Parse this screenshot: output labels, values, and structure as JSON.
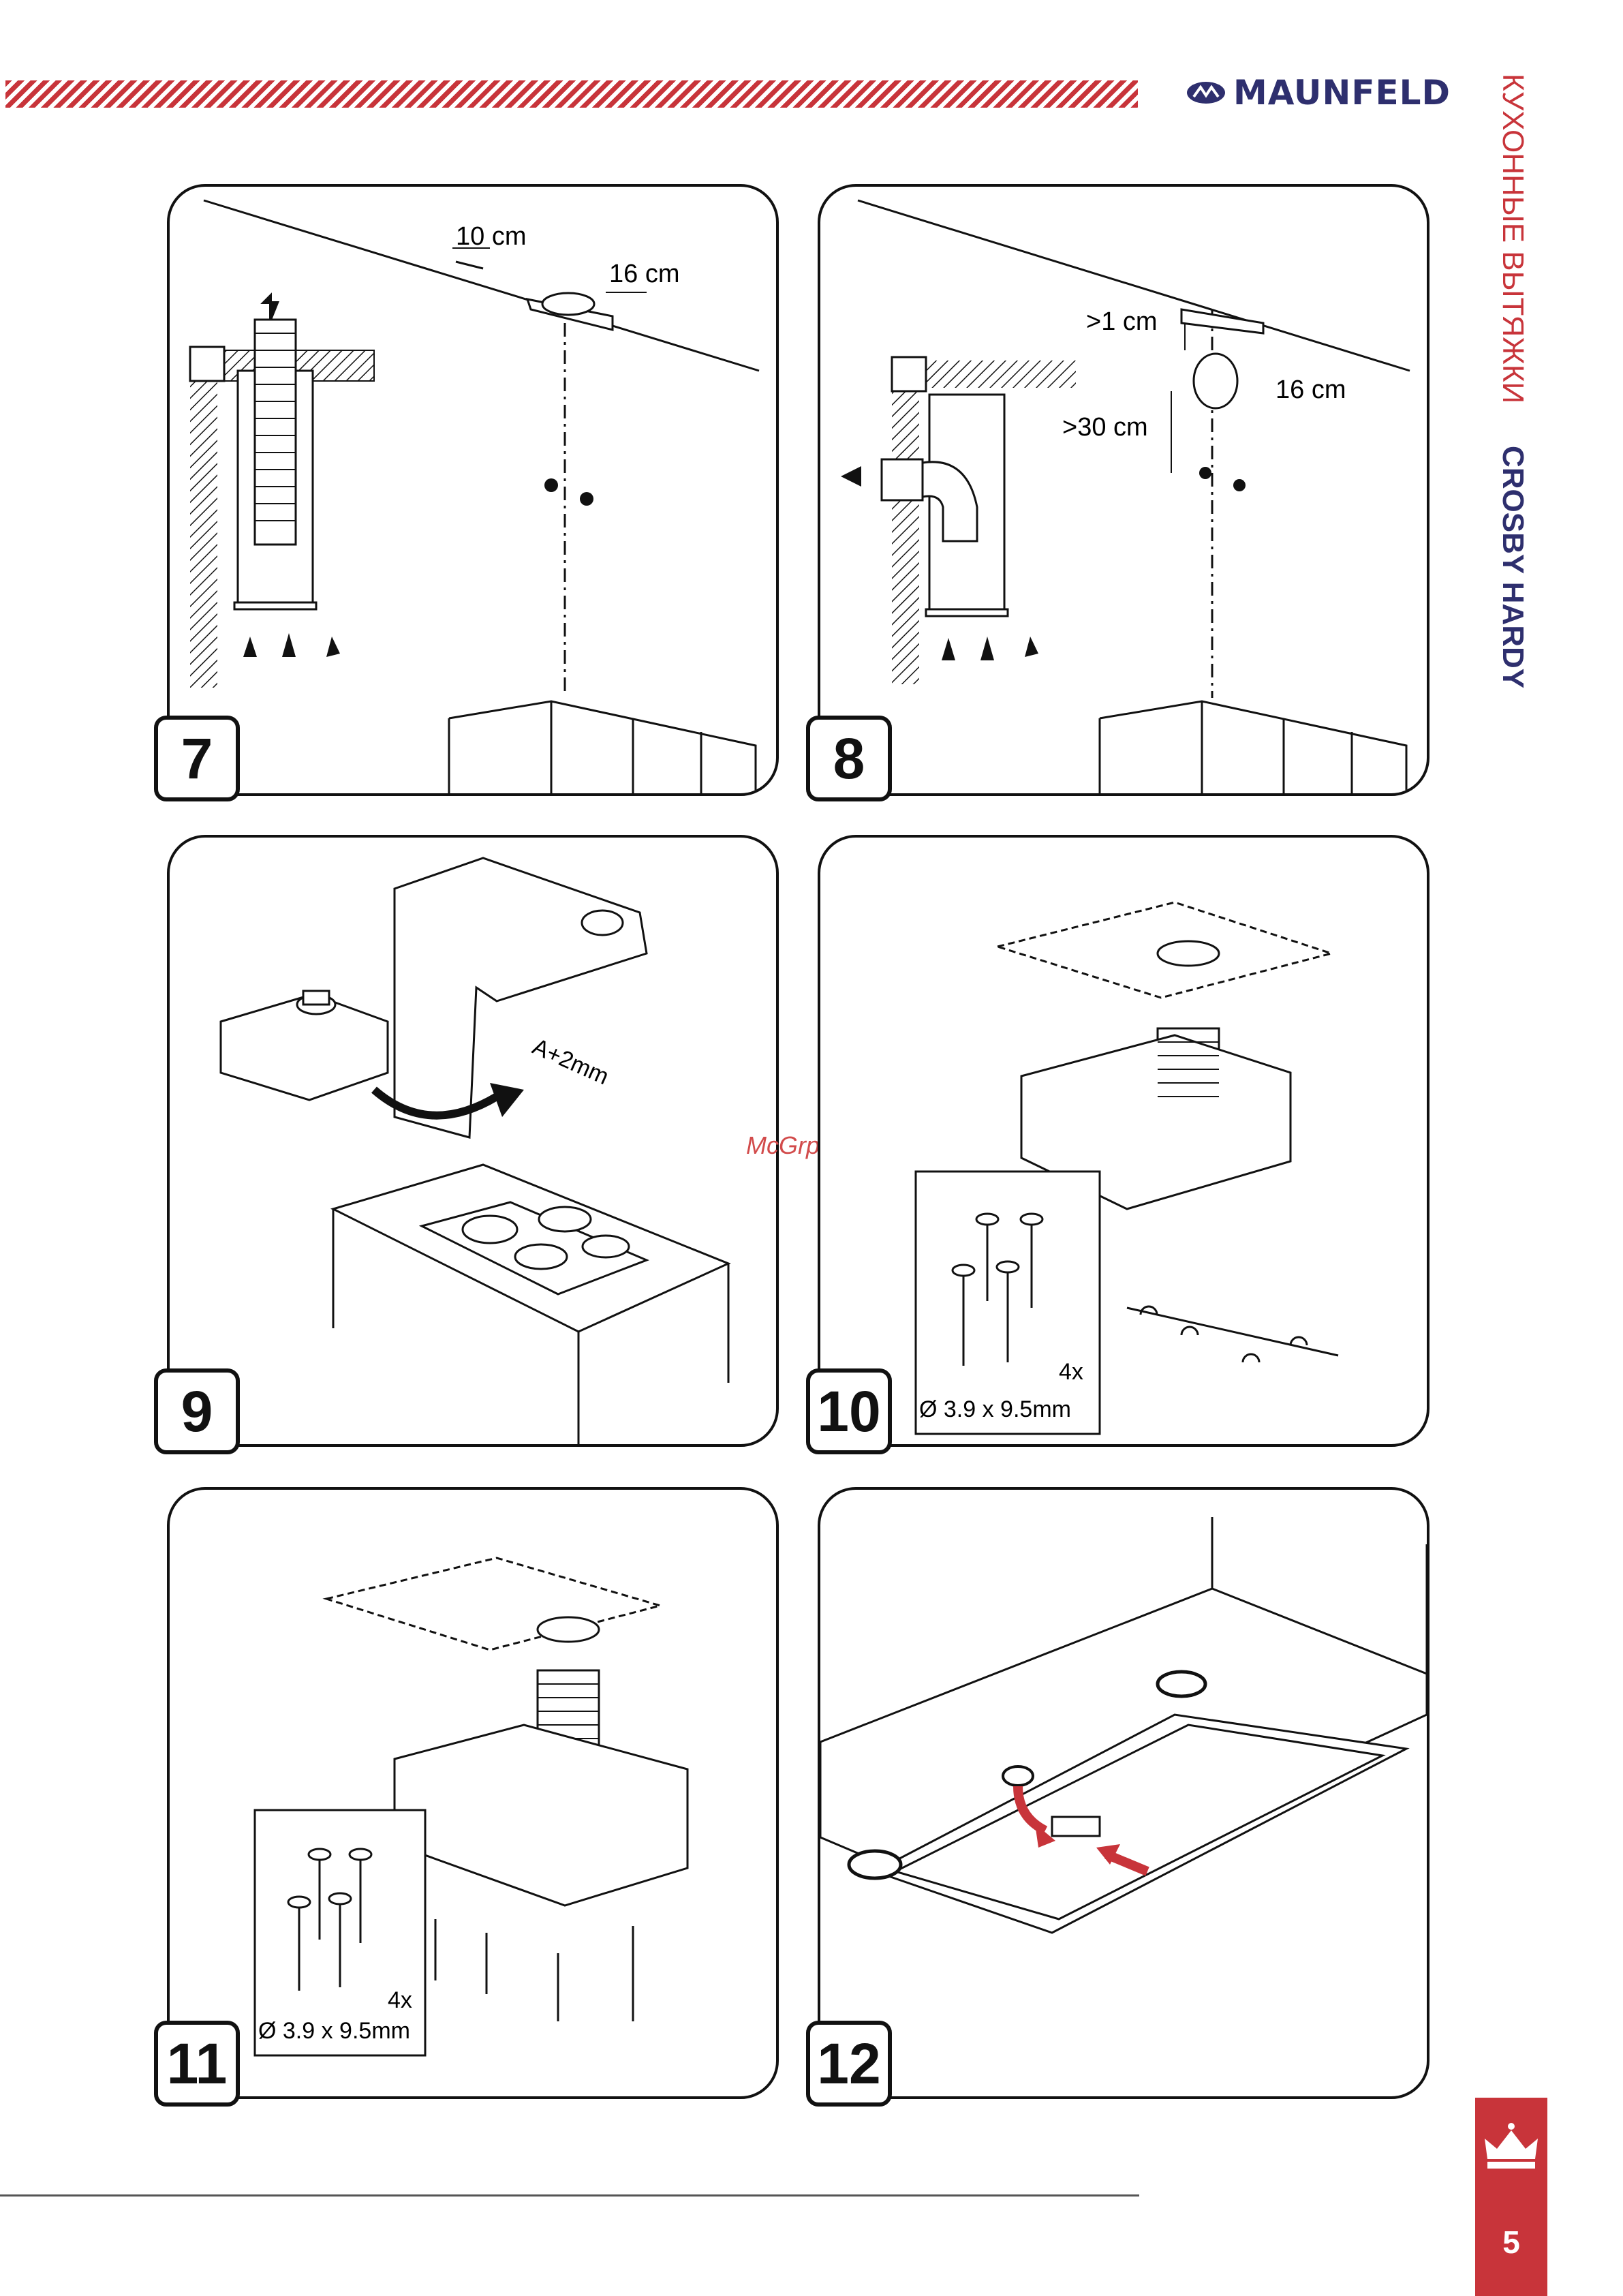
{
  "header": {
    "brand": "MAUNFELD",
    "category": "КУХОННЫЕ ВЫТЯЖКИ",
    "model": "CROSBY HARDY"
  },
  "watermark": "McGrp.Ru",
  "page_number": "5",
  "steps": [
    {
      "number": "7",
      "labels": [
        "10 cm",
        "16 cm"
      ]
    },
    {
      "number": "8",
      "labels": [
        ">1 cm",
        ">30 cm",
        "16 cm"
      ]
    },
    {
      "number": "9",
      "labels": [
        "A+2mm"
      ]
    },
    {
      "number": "10",
      "labels": [
        "4x",
        "Ø 3.9 x 9.5mm"
      ]
    },
    {
      "number": "11",
      "labels": [
        "4x",
        "Ø 3.9 x 9.5mm"
      ]
    },
    {
      "number": "12",
      "labels": []
    }
  ],
  "colors": {
    "accent": "#c8343a",
    "brand": "#2e2f6e"
  }
}
